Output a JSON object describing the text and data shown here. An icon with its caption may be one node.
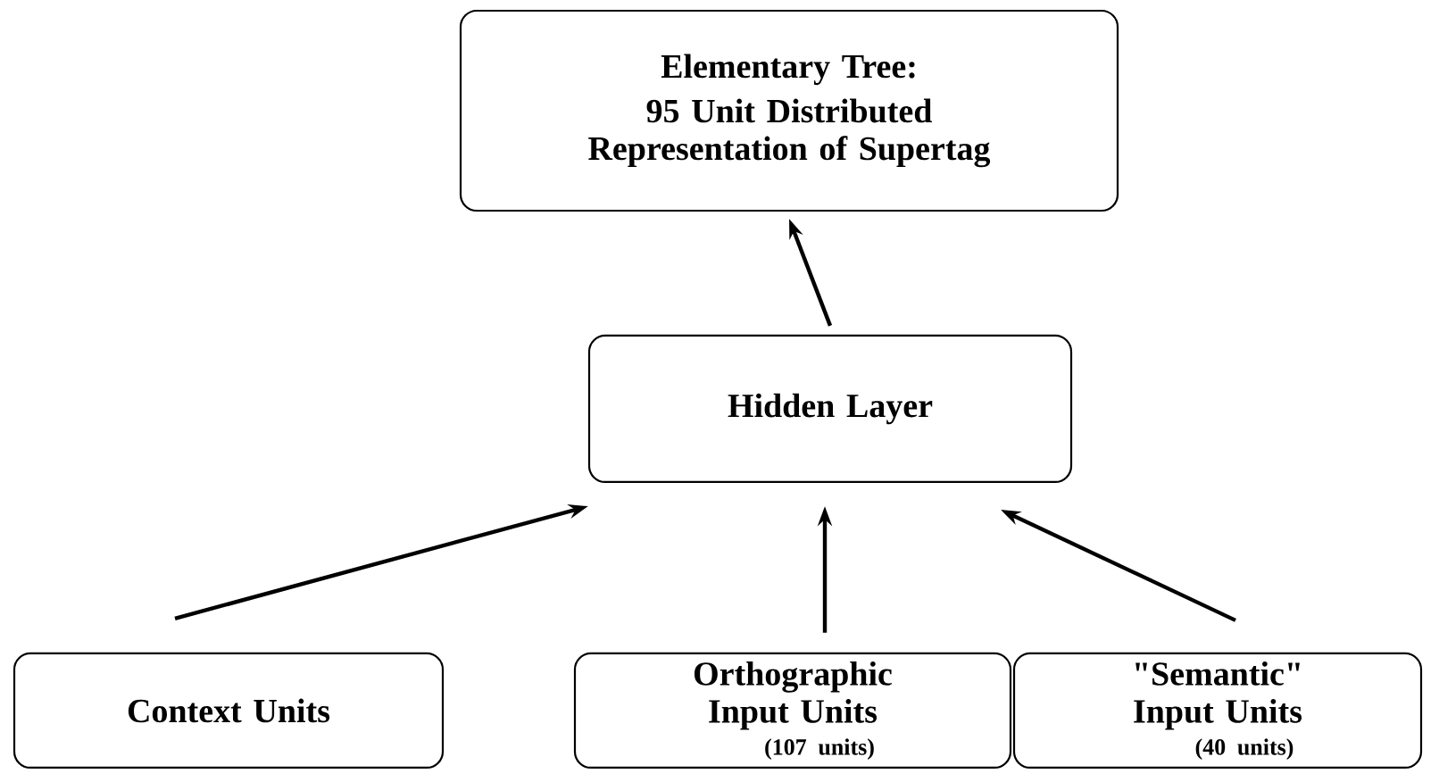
{
  "diagram": {
    "nodes": [
      {
        "text": [
          "Elementary Tree:",
          "95 Unit Distributed Representation of Supertag"
        ]
      },
      {
        "text": [
          "Hidden Layer"
        ]
      },
      {
        "text": [
          "Context Units"
        ]
      },
      {
        "text": [
          "Orthographic Input Units",
          "(107 units)"
        ]
      },
      {
        "text": [
          "\"Semantic\" Input Units",
          "(40 units)"
        ]
      }
    ],
    "edges": [
      {
        "from": 1,
        "to": 0,
        "arrow": "to"
      },
      {
        "from": 2,
        "to": 1,
        "arrow": "to"
      },
      {
        "from": 3,
        "to": 1,
        "arrow": "to"
      },
      {
        "from": 4,
        "to": 1,
        "arrow": "to"
      }
    ]
  }
}
